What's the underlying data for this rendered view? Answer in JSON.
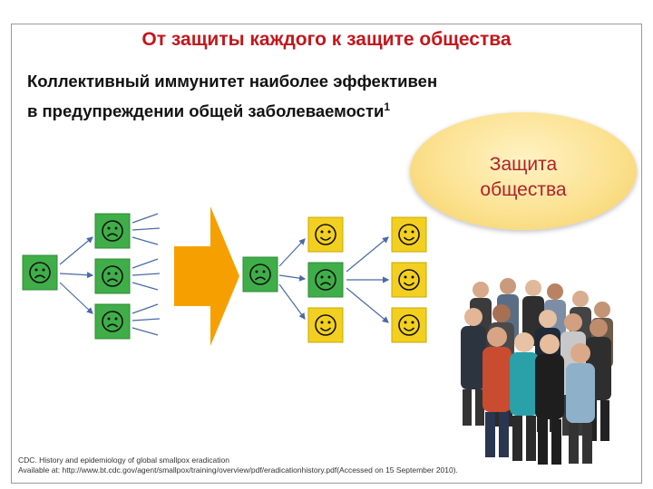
{
  "slide": {
    "title": "От защиты каждого к защите общества",
    "subtitle_line1": "Коллективный иммунитет наиболее эффективен",
    "subtitle_line2": "в предупреждении общей заболеваемости",
    "subtitle_sup": "1",
    "callout_line1": "Защита",
    "callout_line2": "общества",
    "footnote_line1": "CDC. History and epidemiology of global smallpox eradication",
    "footnote_line2": "Available at: http://www.bt.cdc.gov/agent/smallpox/training/overview/pdf/eradicationhistory.pdf(Accessed on 15 September 2010)."
  },
  "colors": {
    "title": "#c4161c",
    "sick_box": "#3fae49",
    "protected_box": "#f3d020",
    "arrow": "#f5a000",
    "callout_text": "#b2202a"
  },
  "icons": {
    "sick": "sad-face-icon",
    "protected": "smiley-face-icon",
    "transition": "right-arrow-icon",
    "crowd": "people-group-image"
  }
}
